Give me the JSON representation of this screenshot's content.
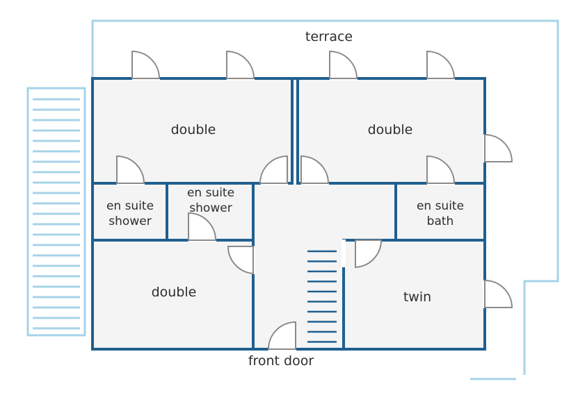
{
  "labels": {
    "terrace": "terrace",
    "front_door": "front door",
    "bedroom_top_left": "double",
    "bedroom_top_right": "double",
    "bedroom_bottom_left": "double",
    "bedroom_bottom_right": "twin",
    "ensuite_1_line1": "en suite",
    "ensuite_1_line2": "shower",
    "ensuite_2_line1": "en suite",
    "ensuite_2_line2": "shower",
    "ensuite_3_line1": "en suite",
    "ensuite_3_line2": "bath"
  },
  "colors": {
    "wall": "#1f5f8f",
    "terrace_outline": "#a6d3e8",
    "floor": "#f4f4f4",
    "door": "#8a8a8a",
    "text": "#2d2d2d"
  }
}
